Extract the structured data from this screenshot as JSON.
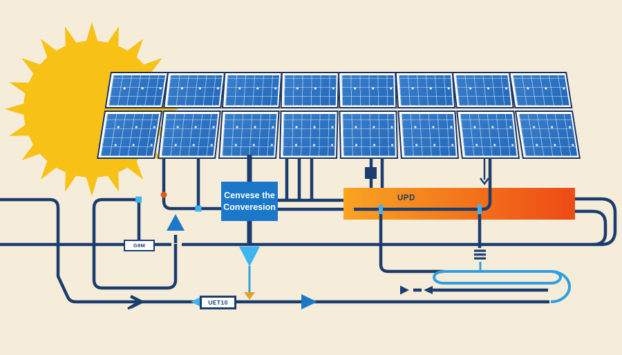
{
  "diagram": {
    "converter_box": {
      "line1": "Cenvese the",
      "line2": "Converesion"
    },
    "bus_bar_label": "UPD",
    "meter_box_label": "G9M",
    "inverter_box_label": "UET10"
  },
  "icons": {
    "sun": "sun-icon",
    "solar_panel": "solar-panel",
    "ground": "ground-icon",
    "up_arrow": "up-arrow-icon",
    "down_arrow": "down-arrow-icon",
    "right_arrow": "right-arrow-icon",
    "left_arrow": "left-arrow-icon",
    "junction": "junction-marker"
  },
  "colors": {
    "background": "#F5EDDA",
    "navy": "#1B3C6E",
    "lightblue": "#2F9FE0",
    "marker": "#3EB4F0",
    "blue_medium": "#1C79C8",
    "box_blue": "#1B77C8",
    "panel_blue": "#2471C6",
    "panel_frame": "#16305E",
    "sun": "#F7C116",
    "bar_start": "#F9A422",
    "bar_end": "#EE4A15",
    "orange_dot": "#DC5A1B",
    "mustard": "#E2A41F"
  }
}
